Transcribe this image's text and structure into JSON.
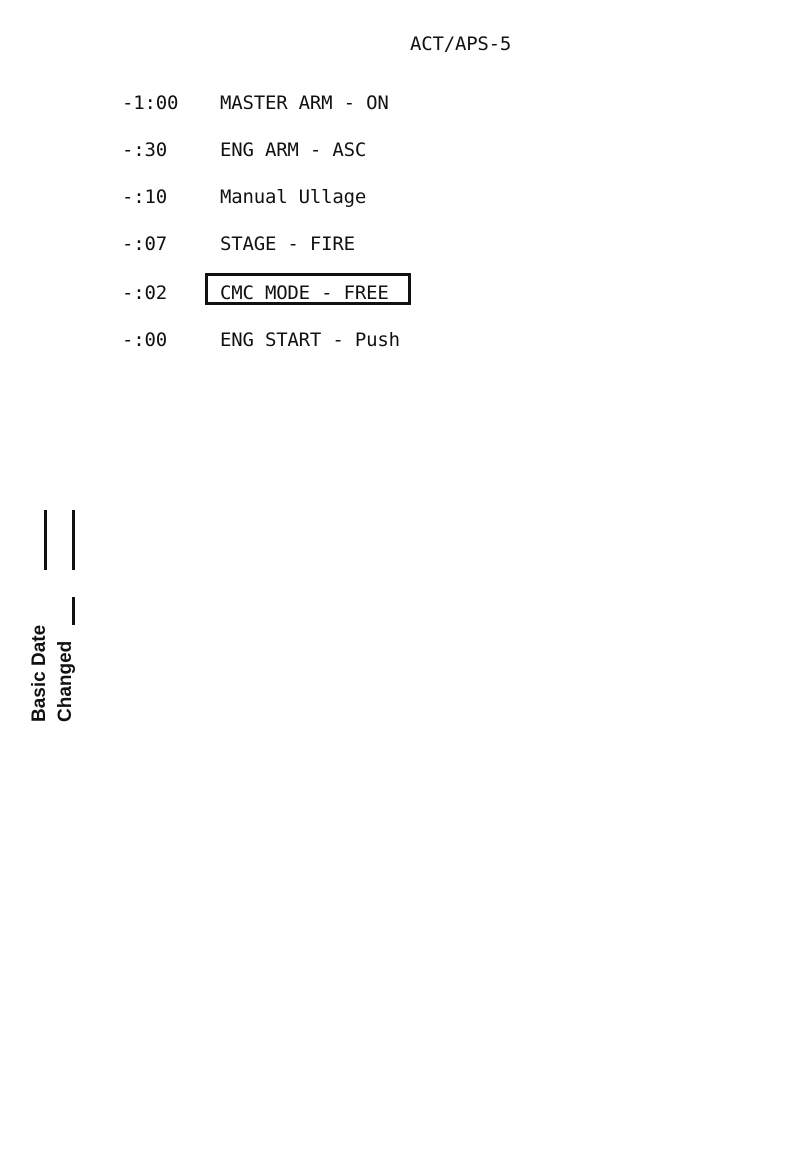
{
  "header": {
    "page_id": "ACT/APS-5"
  },
  "steps": [
    {
      "time": "-1:00",
      "action": "MASTER ARM - ON",
      "boxed": false
    },
    {
      "time": "-:30",
      "action": "ENG ARM - ASC",
      "boxed": false
    },
    {
      "time": "-:10",
      "action": "Manual Ullage",
      "boxed": false
    },
    {
      "time": "-:07",
      "action": "STAGE - FIRE",
      "boxed": false
    },
    {
      "time": "-:02",
      "action": "CMC MODE - FREE",
      "boxed": true
    },
    {
      "time": "-:00",
      "action": "ENG START - Push",
      "boxed": false
    }
  ],
  "margin": {
    "basic_date": "Basic Date",
    "changed": "Changed"
  }
}
